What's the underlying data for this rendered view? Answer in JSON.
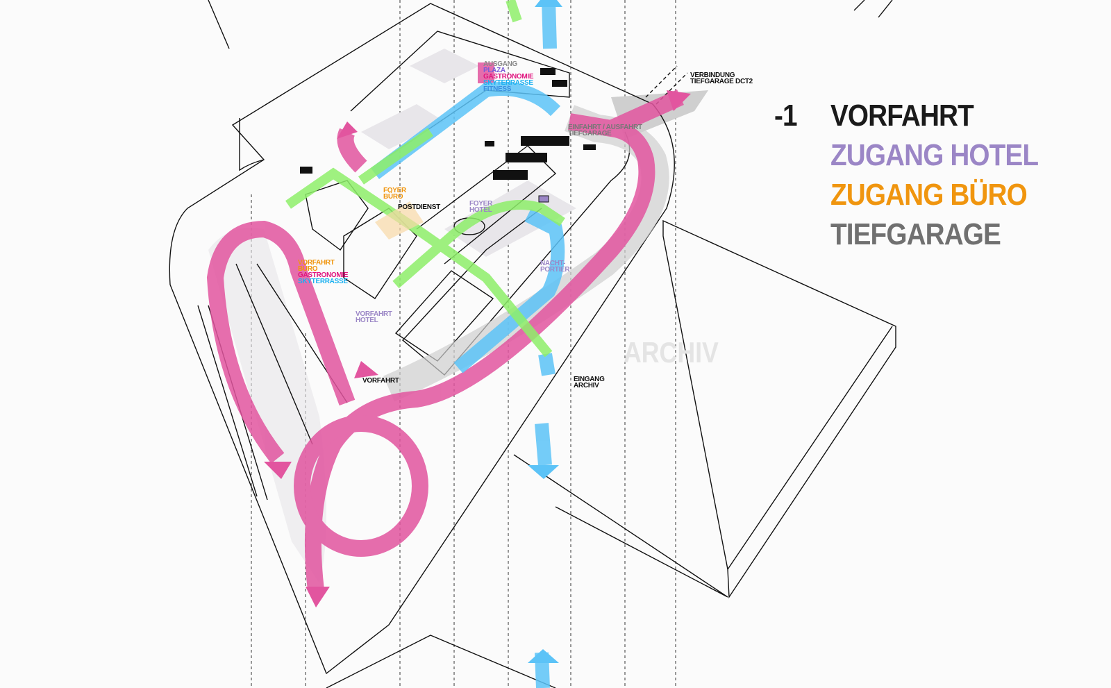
{
  "legend": {
    "level": "-1",
    "items": [
      {
        "label": "VORFAHRT",
        "color": "#1a1a1a"
      },
      {
        "label": "ZUGANG HOTEL",
        "color": "#9b86c6"
      },
      {
        "label": "ZUGANG BÜRO",
        "color": "#f0950e"
      },
      {
        "label": "TIEFGARAGE",
        "color": "#707070"
      }
    ]
  },
  "labels": {
    "ausgang": "AUSGANG",
    "plaza": "PLAZA",
    "gastronomie_top": "GASTRONOMIE",
    "skyterrasse_top": "SKYTERRASSE",
    "fitness": "FITNESS",
    "verbindung_1": "VERBINDUNG",
    "verbindung_2": "TIEFGARAGE DCT2",
    "einfahrt_1": "EINFAHRT / AUSFAHRT",
    "einfahrt_2": "TIEFGARAGE",
    "foyer_buero_1": "FOYER",
    "foyer_buero_2": "BÜRO",
    "postdienst": "POSTDIENST",
    "foyer_hotel_1": "FOYER",
    "foyer_hotel_2": "HOTEL",
    "vorfahrt_buero_1": "VORFAHRT",
    "vorfahrt_buero_2": "BÜRO",
    "gastronomie_left": "GASTRONOMIE",
    "skyterrasse_left": "SKYTERRASSE",
    "nachtportier_1": "NACHT-",
    "nachtportier_2": "PORTIER",
    "vorfahrt_hotel_1": "VORFAHRT",
    "vorfahrt_hotel_2": "HOTEL",
    "archiv": "ARCHIV",
    "vorfahrt": "VORFAHRT",
    "eingang_archiv_1": "EINGANG",
    "eingang_archiv_2": "ARCHIV"
  },
  "colors": {
    "vorfahrt": "#e2559f",
    "hotel": "#5cc3f7",
    "buero": "#8eef6a",
    "garage": "#d0d0d0"
  }
}
